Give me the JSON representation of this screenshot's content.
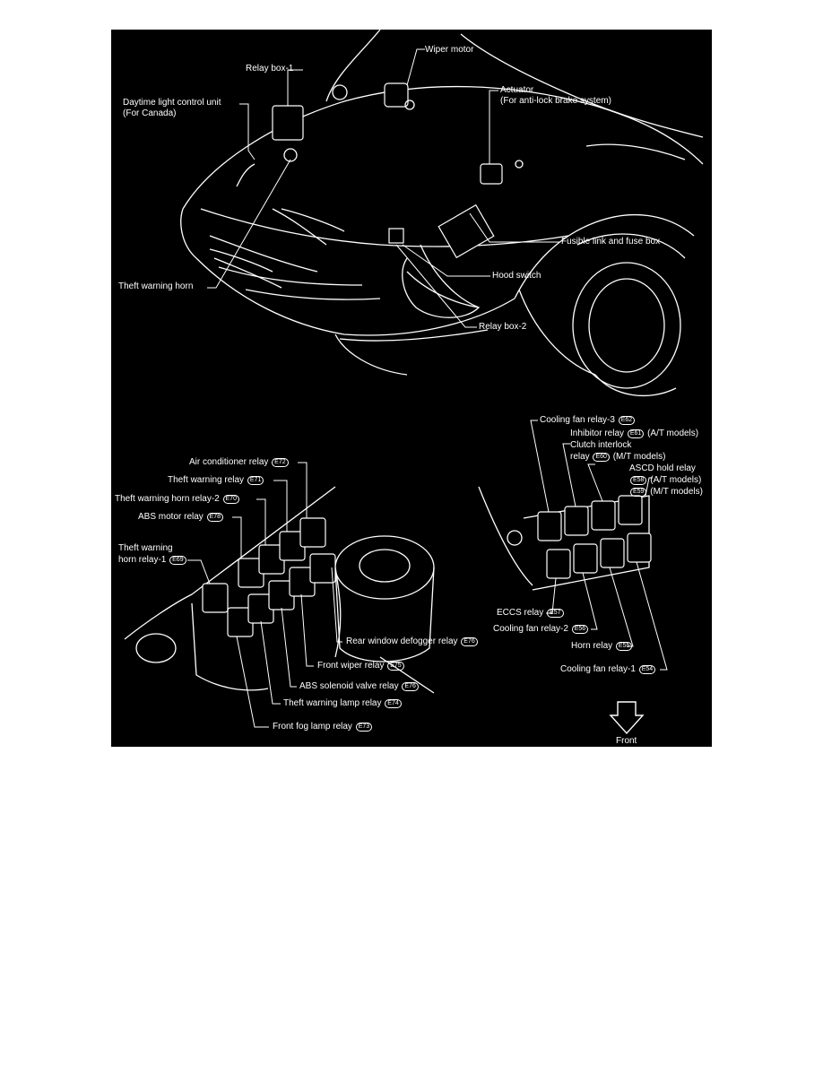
{
  "diagram": {
    "labels": {
      "wiper_motor": "Wiper motor",
      "relay_box_1": "Relay box-1",
      "daytime_light_1": "Daytime light control unit",
      "daytime_light_2": "(For Canada)",
      "actuator_1": "Actuator",
      "actuator_2": "(For anti-lock brake system)",
      "fusible_link": "Fusible link and fuse box",
      "theft_warning_horn": "Theft warning horn",
      "hood_switch": "Hood switch",
      "relay_box_2": "Relay box-2",
      "air_conditioner_relay": "Air conditioner relay",
      "air_conditioner_relay_code": "E72",
      "theft_warning_relay": "Theft warning relay",
      "theft_warning_relay_code": "E71",
      "theft_horn_relay_2": "Theft warning horn relay-2",
      "theft_horn_relay_2_code": "E70",
      "abs_motor_relay": "ABS motor relay",
      "abs_motor_relay_code": "E78",
      "theft_horn_relay_1_a": "Theft warning",
      "theft_horn_relay_1_b": "horn relay-1",
      "theft_horn_relay_1_code": "E69",
      "rear_defogger_relay": "Rear window defogger relay",
      "rear_defogger_relay_code": "E76",
      "front_wiper_relay": "Front wiper relay",
      "front_wiper_relay_code": "E75",
      "abs_solenoid_relay": "ABS solenoid valve relay",
      "abs_solenoid_relay_code": "E76",
      "theft_lamp_relay": "Theft warning lamp relay",
      "theft_lamp_relay_code": "E74",
      "front_fog_relay": "Front fog lamp relay",
      "front_fog_relay_code": "E73",
      "cooling_fan_relay_3": "Cooling fan relay-3",
      "cooling_fan_relay_3_code": "E62",
      "inhibitor_relay": "Inhibitor relay",
      "inhibitor_relay_code": "E61",
      "inhibitor_relay_note": "(A/T models)",
      "clutch_interlock_1": "Clutch interlock",
      "clutch_interlock_2": "relay",
      "clutch_interlock_code": "E60",
      "clutch_interlock_note": "(M/T models)",
      "ascd_hold_relay": "ASCD hold relay",
      "ascd_code_at": "E58",
      "ascd_note_at": "(A/T models)",
      "ascd_code_mt": "E59",
      "ascd_note_mt": "(M/T models)",
      "eccs_relay": "ECCS relay",
      "eccs_relay_code": "E57",
      "cooling_fan_relay_2": "Cooling fan relay-2",
      "cooling_fan_relay_2_code": "E56",
      "horn_relay": "Horn relay",
      "horn_relay_code": "E55",
      "cooling_fan_relay_1": "Cooling fan relay-1",
      "cooling_fan_relay_1_code": "E54",
      "front_arrow": "Front"
    }
  }
}
